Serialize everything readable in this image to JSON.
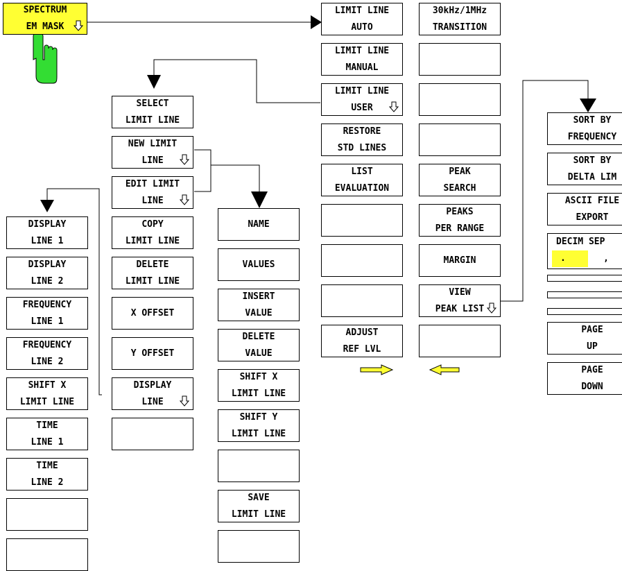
{
  "colors": {
    "highlight": "#ffff33",
    "hand": "#33dd33",
    "arrow_fill": "#ffff33"
  },
  "top_key": {
    "lines": [
      "SPECTRUM",
      "EM MASK"
    ],
    "submenu": true
  },
  "limit_line_menu": [
    {
      "lines": [
        "LIMIT LINE",
        "AUTO"
      ]
    },
    {
      "lines": [
        "LIMIT LINE",
        "MANUAL"
      ]
    },
    {
      "lines": [
        "LIMIT LINE",
        "USER"
      ],
      "submenu": true
    },
    {
      "lines": [
        "RESTORE",
        "STD LINES"
      ]
    },
    {
      "lines": [
        "LIST",
        "EVALUATION"
      ]
    },
    {
      "lines": []
    },
    {
      "lines": []
    },
    {
      "lines": []
    },
    {
      "lines": [
        "ADJUST",
        "REF LVL"
      ]
    }
  ],
  "side_menu": [
    {
      "lines": [
        "30kHz/1MHz",
        "TRANSITION"
      ]
    },
    {
      "lines": []
    },
    {
      "lines": []
    },
    {
      "lines": []
    },
    {
      "lines": [
        "PEAK",
        "SEARCH"
      ]
    },
    {
      "lines": [
        "PEAKS",
        "PER RANGE"
      ]
    },
    {
      "lines": [
        "MARGIN"
      ]
    },
    {
      "lines": [
        "VIEW",
        "PEAK LIST"
      ],
      "submenu": true
    },
    {
      "lines": []
    }
  ],
  "limit_select_menu": [
    {
      "lines": [
        "SELECT",
        "LIMIT LINE"
      ]
    },
    {
      "lines": [
        "NEW LIMIT",
        "LINE"
      ],
      "submenu": true
    },
    {
      "lines": [
        "EDIT LIMIT",
        "LINE"
      ],
      "submenu": true
    },
    {
      "lines": [
        "COPY",
        "LIMIT LINE"
      ]
    },
    {
      "lines": [
        "DELETE",
        "LIMIT LINE"
      ]
    },
    {
      "lines": [
        "X OFFSET"
      ]
    },
    {
      "lines": [
        "Y OFFSET"
      ]
    },
    {
      "lines": [
        "DISPLAY",
        "LINE"
      ],
      "submenu": true
    },
    {
      "lines": []
    }
  ],
  "display_line_menu": [
    {
      "lines": [
        "DISPLAY",
        "LINE 1"
      ]
    },
    {
      "lines": [
        "DISPLAY",
        "LINE 2"
      ]
    },
    {
      "lines": [
        "FREQUENCY",
        "LINE 1"
      ]
    },
    {
      "lines": [
        "FREQUENCY",
        "LINE 2"
      ]
    },
    {
      "lines": [
        "SHIFT X",
        "LIMIT LINE"
      ]
    },
    {
      "lines": [
        "TIME",
        "LINE 1"
      ]
    },
    {
      "lines": [
        "TIME",
        "LINE 2"
      ]
    },
    {
      "lines": []
    },
    {
      "lines": []
    }
  ],
  "edit_limit_menu": [
    {
      "lines": [
        "NAME"
      ]
    },
    {
      "lines": [
        "VALUES"
      ]
    },
    {
      "lines": [
        "INSERT",
        "VALUE"
      ]
    },
    {
      "lines": [
        "DELETE",
        "VALUE"
      ]
    },
    {
      "lines": [
        "SHIFT X",
        "LIMIT LINE"
      ]
    },
    {
      "lines": [
        "SHIFT Y",
        "LIMIT LINE"
      ]
    },
    {
      "lines": []
    },
    {
      "lines": [
        "SAVE",
        "LIMIT LINE"
      ]
    },
    {
      "lines": []
    }
  ],
  "peak_list_menu": {
    "upper": [
      {
        "lines": [
          "SORT BY",
          "FREQUENCY"
        ]
      },
      {
        "lines": [
          "SORT BY",
          "DELTA LIM"
        ]
      },
      {
        "lines": [
          "ASCII FILE",
          "EXPORT"
        ]
      }
    ],
    "decim_sep": {
      "label": "DECIM SEP",
      "selected": ".",
      "other": ","
    },
    "lower": [
      {
        "lines": [
          "PAGE",
          "UP"
        ]
      },
      {
        "lines": [
          "PAGE",
          "DOWN"
        ]
      }
    ]
  }
}
